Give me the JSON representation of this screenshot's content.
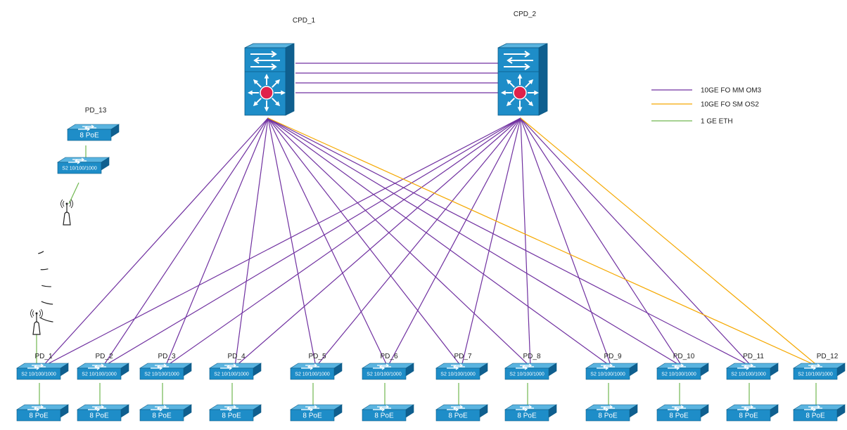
{
  "colors": {
    "mm": "#7030a0",
    "sm": "#f5a800",
    "eth": "#70b850",
    "switch_top": "#5ab4e0",
    "switch_front": "#1e8dc8",
    "switch_side": "#0f5f8f",
    "core_center": "#e0224a"
  },
  "legend": [
    {
      "label": "10GE FO MM OM3",
      "type": "mm"
    },
    {
      "label": "10GE FO SM OS2",
      "type": "sm"
    },
    {
      "label": "1 GE ETH",
      "type": "eth"
    }
  ],
  "core": [
    {
      "id": "CPD_1",
      "label": "CPD_1"
    },
    {
      "id": "CPD_2",
      "label": "CPD_2"
    }
  ],
  "core_links": 4,
  "distribution": [
    {
      "id": "PD_1",
      "label": "PD_1",
      "switch": "S2 10/100/1000",
      "poe": "8 PoE"
    },
    {
      "id": "PD_2",
      "label": "PD_2",
      "switch": "S2 10/100/1000",
      "poe": "8 PoE"
    },
    {
      "id": "PD_3",
      "label": "PD_3",
      "switch": "S2 10/100/1000",
      "poe": "8 PoE"
    },
    {
      "id": "PD_4",
      "label": "PD_4",
      "switch": "S2 10/100/1000",
      "poe": "8 PoE"
    },
    {
      "id": "PD_5",
      "label": "PD_5",
      "switch": "S2 10/100/1000",
      "poe": "8 PoE"
    },
    {
      "id": "PD_6",
      "label": "PD_6",
      "switch": "S2 10/100/1000",
      "poe": "8 PoE"
    },
    {
      "id": "PD_7",
      "label": "PD_7",
      "switch": "S2 10/100/1000",
      "poe": "8 PoE"
    },
    {
      "id": "PD_8",
      "label": "PD_8",
      "switch": "S2 10/100/1000",
      "poe": "8 PoE"
    },
    {
      "id": "PD_9",
      "label": "PD_9",
      "switch": "S2 10/100/1000",
      "poe": "8 PoE"
    },
    {
      "id": "PD_10",
      "label": "PD_10",
      "switch": "S2 10/100/1000",
      "poe": "8 PoE"
    },
    {
      "id": "PD_11",
      "label": "PD_11",
      "switch": "S2 10/100/1000",
      "poe": "8 PoE"
    },
    {
      "id": "PD_12",
      "label": "PD_12",
      "switch": "S2 10/100/1000",
      "poe": "8 PoE"
    }
  ],
  "remote": {
    "id": "PD_13",
    "label": "PD_13",
    "switch": "S2 10/100/1000",
    "poe": "8 PoE"
  },
  "links": {
    "mm": [
      [
        "CPD_1",
        "PD_1"
      ],
      [
        "CPD_1",
        "PD_2"
      ],
      [
        "CPD_1",
        "PD_3"
      ],
      [
        "CPD_1",
        "PD_4"
      ],
      [
        "CPD_1",
        "PD_5"
      ],
      [
        "CPD_1",
        "PD_6"
      ],
      [
        "CPD_1",
        "PD_7"
      ],
      [
        "CPD_1",
        "PD_8"
      ],
      [
        "CPD_1",
        "PD_9"
      ],
      [
        "CPD_1",
        "PD_10"
      ],
      [
        "CPD_1",
        "PD_11"
      ],
      [
        "CPD_2",
        "PD_1"
      ],
      [
        "CPD_2",
        "PD_2"
      ],
      [
        "CPD_2",
        "PD_3"
      ],
      [
        "CPD_2",
        "PD_4"
      ],
      [
        "CPD_2",
        "PD_5"
      ],
      [
        "CPD_2",
        "PD_6"
      ],
      [
        "CPD_2",
        "PD_7"
      ],
      [
        "CPD_2",
        "PD_8"
      ],
      [
        "CPD_2",
        "PD_9"
      ],
      [
        "CPD_2",
        "PD_10"
      ],
      [
        "CPD_2",
        "PD_11"
      ]
    ],
    "sm": [
      [
        "CPD_1",
        "PD_12"
      ],
      [
        "CPD_2",
        "PD_12"
      ]
    ]
  }
}
